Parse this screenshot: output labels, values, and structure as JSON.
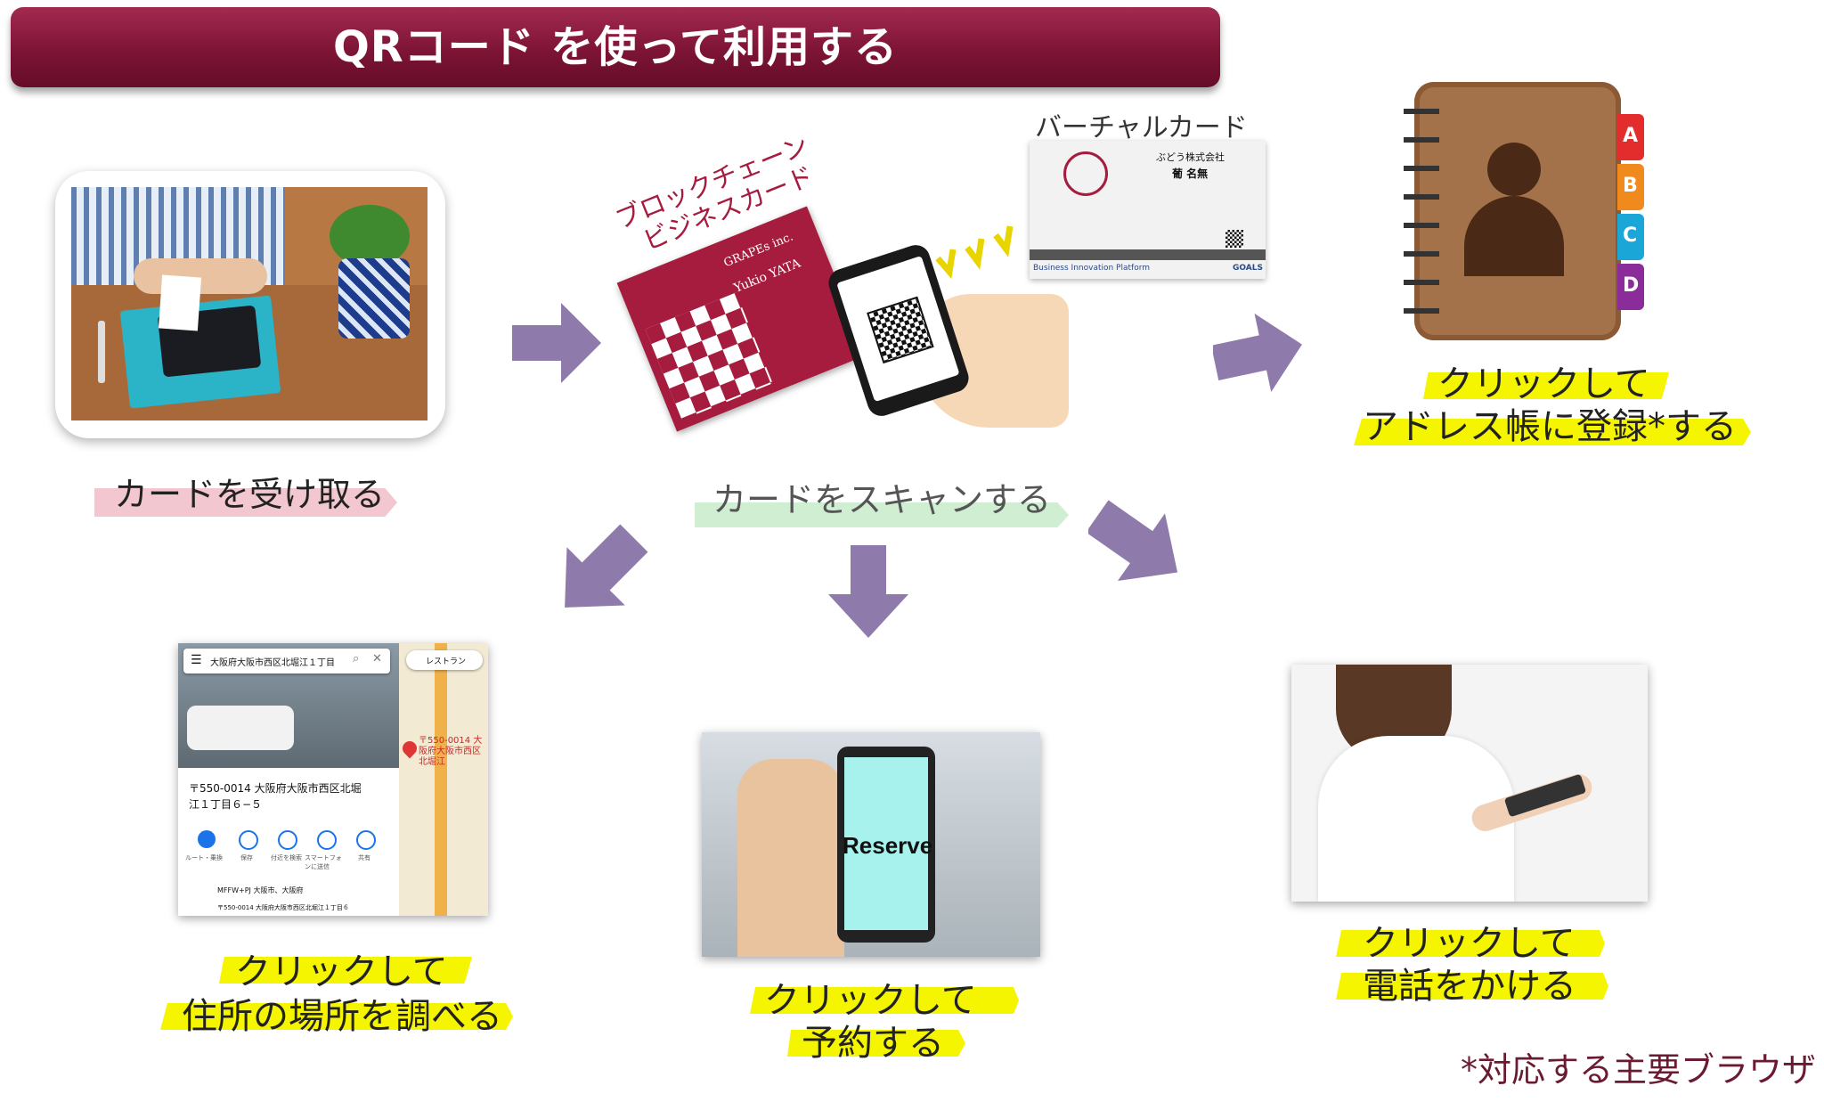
{
  "title": "QRコード を使って利用する",
  "steps": {
    "receive": "カードを受け取る",
    "scan": "カードをスキャンする"
  },
  "card": {
    "label_line1": "ブロックチェーン",
    "label_line2": "ビジネスカード",
    "company": "GRAPEs inc.",
    "name": "Yukio YATA"
  },
  "virtual_card": {
    "label": "バーチャルカード",
    "company": "ぶどう株式会社",
    "name": "葡 名無",
    "footer_left": "Business Innovation Platform",
    "footer_right": "GOALS"
  },
  "address_book": {
    "tabs": [
      "A",
      "B",
      "C",
      "D"
    ],
    "caption_line1": "クリックして",
    "caption_line2": "アドレス帳に登録*する"
  },
  "map": {
    "search_text": "大阪府大阪市西区北堀江１丁目",
    "chip_text": "レストラン",
    "pin_text": "〒550-0014 大阪府大阪市西区北堀江",
    "address_line1": "〒550-0014 大阪府大阪市西区北堀",
    "address_line2": "江１丁目６−５",
    "actions": [
      "ルート・乗換",
      "保存",
      "付近を検索",
      "スマートフォンに送信",
      "共有"
    ],
    "plus_code": "MFFW+PJ 大阪市、大阪府",
    "bottom_text": "〒550-0014 大阪府大阪市西区北堀江１丁目６",
    "caption_line1": "クリックして",
    "caption_line2": "住所の場所を調べる"
  },
  "reserve": {
    "screen_text": "Reserve",
    "caption_line1": "クリックして",
    "caption_line2": "予約する"
  },
  "phone": {
    "caption_line1": "クリックして",
    "caption_line2": "電話をかける"
  },
  "footnote": "*対応する主要ブラウザ",
  "colors": {
    "title_bg": "#7d1435",
    "arrow": "#8e7aab",
    "highlight": "#f5f500",
    "receive_underline": "#f3c7cf",
    "scan_underline": "#cfeed2",
    "footnote": "#6a1b32"
  }
}
